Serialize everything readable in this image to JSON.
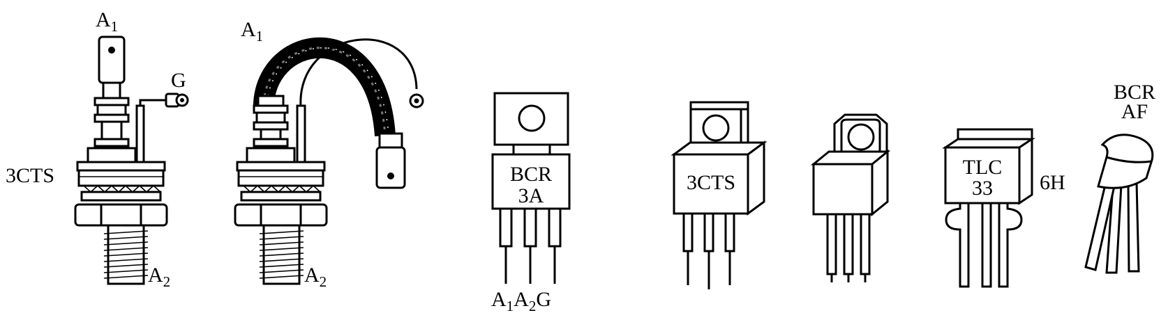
{
  "labels": {
    "stud1_anode1": "A",
    "stud1_anode1_sub": "1",
    "stud1_gate": "G",
    "stud1_model": "3CTS",
    "stud1_anode2": "A",
    "stud1_anode2_sub": "2",
    "stud2_anode1": "A",
    "stud2_anode1_sub": "1",
    "stud2_anode2": "A",
    "stud2_anode2_sub": "2",
    "to220_marking_line1": "BCR",
    "to220_marking_line2": "3A",
    "pin1": "A",
    "pin1_sub": "1",
    "pin2": "A",
    "pin2_sub": "2",
    "pin3": "G",
    "pkg4_marking": "3CTS",
    "pkg6_marking_line1": "TLC",
    "pkg6_marking_line2": "33",
    "pkg6_side": "6H",
    "to92_line1": "BCR",
    "to92_line2": "AF"
  }
}
